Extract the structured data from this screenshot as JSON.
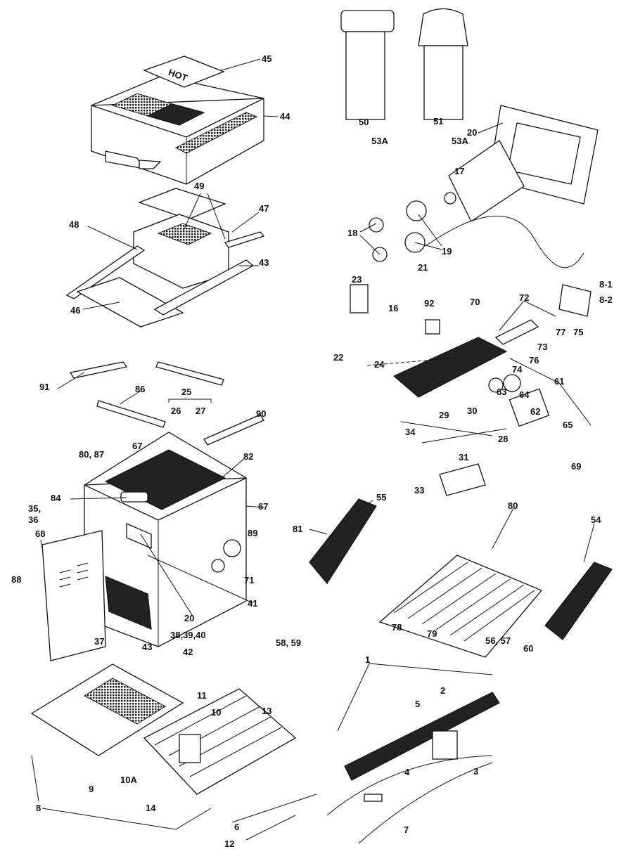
{
  "diagram": {
    "type": "exploded parts diagram",
    "cover_text": "HOT",
    "labels": [
      "45",
      "44",
      "49",
      "47",
      "48",
      "43",
      "46",
      "50",
      "53A",
      "51",
      "53A",
      "20",
      "17",
      "18",
      "19",
      "21",
      "23",
      "16",
      "92",
      "70",
      "72",
      "8-1",
      "8-2",
      "77",
      "75",
      "73",
      "76",
      "74",
      "22",
      "24",
      "61",
      "63",
      "64",
      "62",
      "29",
      "30",
      "65",
      "34",
      "28",
      "31",
      "69",
      "33",
      "91",
      "86",
      "25",
      "26",
      "27",
      "90",
      "67",
      "80, 87",
      "82",
      "84",
      "35,",
      "36",
      "67",
      "89",
      "68",
      "55",
      "80",
      "54",
      "81",
      "88",
      "71",
      "41",
      "20",
      "38,39,40",
      "37",
      "43",
      "42",
      "58, 59",
      "78",
      "79",
      "56, 57",
      "60",
      "1",
      "2",
      "5",
      "3",
      "4",
      "7",
      "11",
      "10",
      "13",
      "10A",
      "9",
      "8",
      "14",
      "6",
      "12"
    ]
  }
}
